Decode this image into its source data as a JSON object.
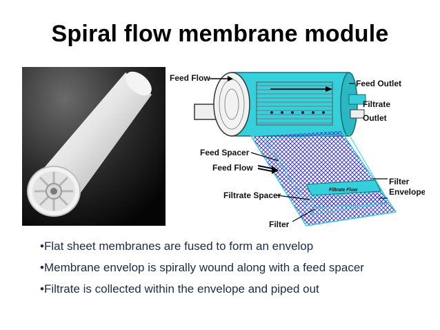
{
  "slide": {
    "title": "Spiral flow membrane module"
  },
  "diagram": {
    "labels": {
      "feed_flow_top": "Feed Flow",
      "feed_outlet": "Feed Outlet",
      "filtrate": "Filtrate",
      "outlet": "Outlet",
      "feed_spacer": "Feed Spacer",
      "feed_flow_lower": "Feed Flow",
      "filtrate_spacer": "Filtrate Spacer",
      "filter_envelope_1": "Filter",
      "filter_envelope_2": "Envelope",
      "filtrate_flow": "Filtrate Flow",
      "filter": "Filter"
    }
  },
  "bullets": [
    "•Flat sheet membranes are fused to form an envelop",
    "•Membrane envelop is spirally wound along with a feed spacer",
    "•Filtrate is collected within the envelope and piped out"
  ],
  "colors": {
    "cyan": "#35d0dc",
    "mesh": "#3b3bd0",
    "text": "#1a2a4a"
  }
}
